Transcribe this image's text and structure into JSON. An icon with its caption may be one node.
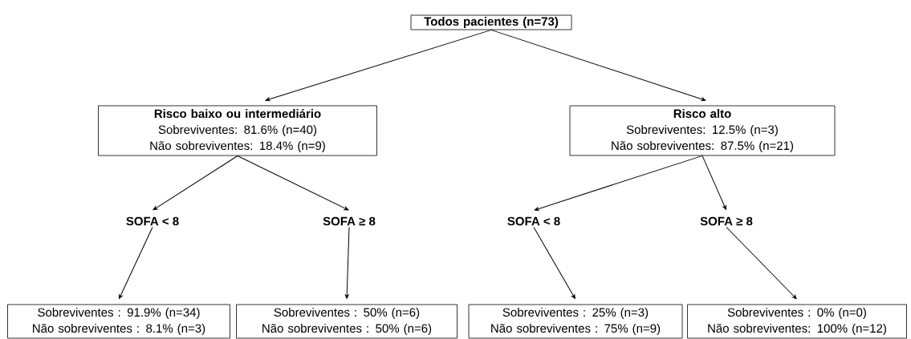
{
  "diagram": {
    "nodes": [
      {
        "text": [
          "Todos pacientes (n=73)"
        ]
      },
      {
        "text": [
          "Risco baixo ou intermediário",
          "Sobreviventes: 81.6% (n=40)",
          "Não sobreviventes: 18.4% (n=9)"
        ]
      },
      {
        "text": [
          "Risco alto",
          "Sobreviventes: 12.5% (n=3)",
          "Não sobreviventes: 87.5% (n=21)"
        ]
      },
      {
        "text": [
          "SOFA < 8"
        ]
      },
      {
        "text": [
          "SOFA ≥ 8"
        ]
      },
      {
        "text": [
          "SOFA < 8"
        ]
      },
      {
        "text": [
          "SOFA ≥ 8"
        ]
      },
      {
        "text": [
          "Sobreviventes : 91.9% (n=34)",
          "Não sobreviventes : 8.1% (n=3)"
        ]
      },
      {
        "text": [
          "Sobreviventes : 50% (n=6)",
          "Não sobreviventes : 50% (n=6)"
        ]
      },
      {
        "text": [
          "Sobreviventes : 25% (n=3)",
          "Não sobreviventes : 75% (n=9)"
        ]
      },
      {
        "text": [
          "Sobreviventes : 0% (n=0)",
          "Não sobreviventes: 100% (n=12)"
        ]
      }
    ],
    "edges": [
      {
        "from": 0,
        "to": 1,
        "arrow": "to"
      },
      {
        "from": 0,
        "to": 2,
        "arrow": "to"
      },
      {
        "from": 1,
        "to": 3,
        "arrow": "to"
      },
      {
        "from": 1,
        "to": 4,
        "arrow": "to"
      },
      {
        "from": 2,
        "to": 5,
        "arrow": "to"
      },
      {
        "from": 2,
        "to": 6,
        "arrow": "to"
      },
      {
        "from": 3,
        "to": 7,
        "arrow": "to"
      },
      {
        "from": 4,
        "to": 8,
        "arrow": "to"
      },
      {
        "from": 5,
        "to": 9,
        "arrow": "to"
      },
      {
        "from": 6,
        "to": 10,
        "arrow": "to"
      }
    ]
  }
}
